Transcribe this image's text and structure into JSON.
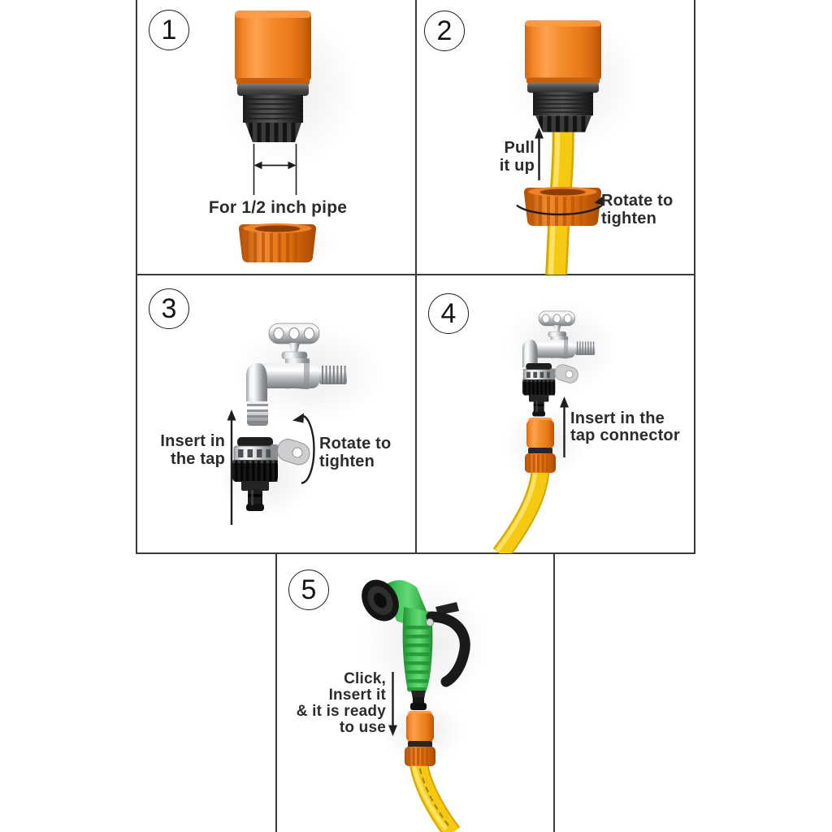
{
  "sheet": {
    "steps": [
      {
        "number": "1",
        "caption": "For 1/2 inch pipe"
      },
      {
        "number": "2",
        "pull": [
          "Pull",
          "it up"
        ],
        "rotate": [
          "Rotate to",
          "tighten"
        ]
      },
      {
        "number": "3",
        "insert": [
          "Insert in",
          "the tap"
        ],
        "rotate": [
          "Rotate to",
          "tighten"
        ]
      },
      {
        "number": "4",
        "insert": [
          "Insert in the",
          "tap connector"
        ]
      },
      {
        "number": "5",
        "note": [
          "Click,",
          "Insert it",
          "& it is ready",
          "to use"
        ]
      }
    ],
    "icons": {
      "up_arrow": "↑",
      "down_arrow": "↓",
      "rotate_arrow": "⟲",
      "measure_arrow": "↔"
    },
    "colors": {
      "connector_orange": "#ee7c1f",
      "hose_yellow": "#f2c512",
      "sprayer_green": "#3fbf55",
      "tap_chrome": "#c6c9cc",
      "fitting_black": "#1d1d1d",
      "panel_border": "#3a3a3a",
      "text": "#2c2c2c",
      "background": "#ffffff"
    }
  }
}
